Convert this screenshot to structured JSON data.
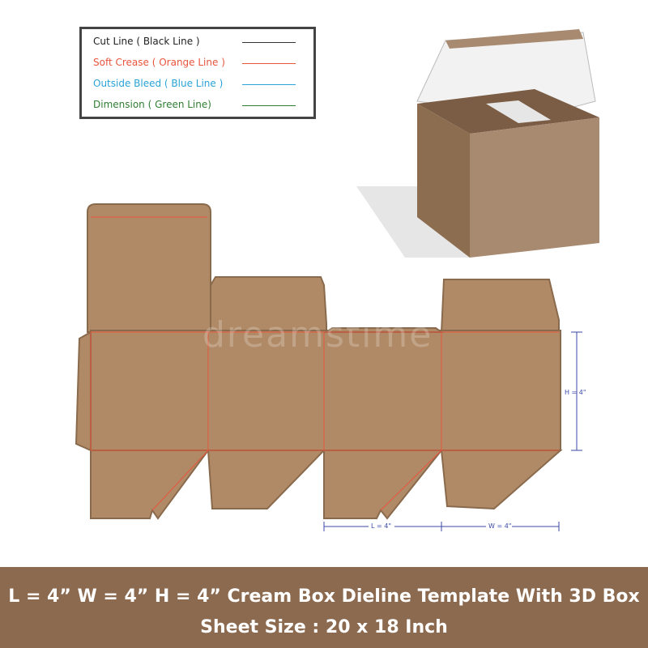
{
  "legend": {
    "items": [
      {
        "label": "Cut Line ( Black Line )",
        "color": "#333333"
      },
      {
        "label": "Soft Crease ( Orange Line )",
        "color": "#e8553d"
      },
      {
        "label": "Outside Bleed ( Blue Line )",
        "color": "#2aa3d6"
      },
      {
        "label": "Dimension ( Green Line)",
        "color": "#2f7d32"
      }
    ]
  },
  "dimensions": {
    "height_label": "H = 4\"",
    "length_label": "L = 4\"",
    "width_label": "W = 4\""
  },
  "colors": {
    "kraft": "#b08a66",
    "kraft_edge": "#8a6a4c",
    "crease": "#e8553d",
    "dimension": "#3b4aa8",
    "banner": "#8b6a50",
    "box_front": "#8c6d50",
    "box_side": "#a88a70"
  },
  "watermark": "dreamstime",
  "banner": {
    "line1": "L = 4” W = 4” H = 4” Cream Box Dieline Template With 3D Box",
    "line2": "Sheet Size : 20 x 18 Inch"
  }
}
